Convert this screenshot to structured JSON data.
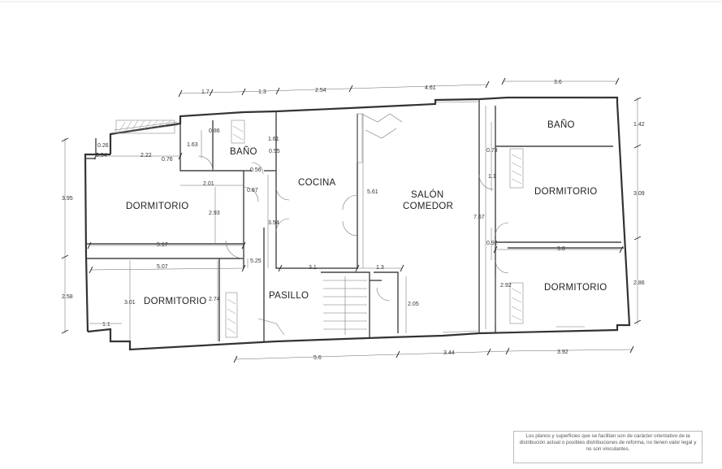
{
  "rooms": {
    "bano_1": "BAÑO",
    "bano_2": "BAÑO",
    "cocina": "COCINA",
    "salon_line1": "SALÓN",
    "salon_line2": "COMEDOR",
    "dormitorio_1": "DORMITORIO",
    "dormitorio_2": "DORMITORIO",
    "dormitorio_3": "DORMITORIO",
    "dormitorio_4": "DORMITORIO",
    "pasillo": "PASILLO"
  },
  "dimensions": {
    "top_1": "1.7",
    "top_2": "1.3",
    "top_3": "2.54",
    "top_4": "4.61",
    "top_5": "3.6",
    "right_1": "1.42",
    "right_2": "3.09",
    "right_3": "2.86",
    "left_1": "3.95",
    "left_2": "2.58",
    "bottom_1": "5.6",
    "bottom_2": "3.44",
    "bottom_3": "3.92",
    "d_086": "0.86",
    "d_163": "1.63",
    "d_161": "1.61",
    "d_055": "0.55",
    "d_026": "0.26",
    "d_094": "0.94",
    "d_222": "2.22",
    "d_076": "0.76",
    "d_056": "0.56",
    "d_201": "2.01",
    "d_087": "0.87",
    "d_293": "2.93",
    "d_354": "3.54",
    "d_561": "5.61",
    "d_517": "5.17",
    "d_507": "5.07",
    "d_525": "5.25",
    "d_31": "3.1",
    "d_13b": "1.3",
    "d_301": "3.01",
    "d_274": "2.74",
    "d_11a": "1.1",
    "d_205": "2.05",
    "d_767": "7.67",
    "d_073": "0.73",
    "d_11b": "1.1",
    "d_092": "0.92",
    "d_38": "3.8",
    "d_292": "2.92"
  },
  "disclaimer": "Los planos y superficies que se facilitan son de carácter orientativo de la distribución actual o posibles distribuciones de reforma, no tienen valor legal y no son vinculantes."
}
